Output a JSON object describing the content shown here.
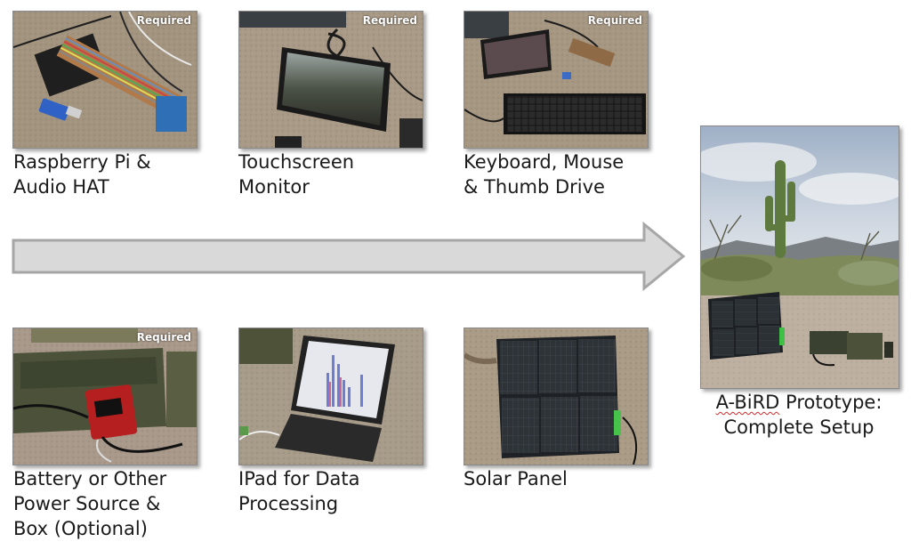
{
  "badge_text": "Required",
  "components": [
    {
      "id": "raspberry-pi",
      "caption_lines": [
        "Raspberry Pi &",
        "Audio HAT"
      ],
      "required": true
    },
    {
      "id": "touchscreen",
      "caption_lines": [
        "Touchscreen",
        "Monitor"
      ],
      "required": true
    },
    {
      "id": "keyboard",
      "caption_lines": [
        "Keyboard, Mouse",
        "& Thumb Drive"
      ],
      "required": true
    },
    {
      "id": "battery",
      "caption_lines": [
        "Battery or Other",
        "Power Source &",
        "Box (Optional)"
      ],
      "required": true
    },
    {
      "id": "ipad",
      "caption_lines": [
        "IPad for Data",
        "Processing"
      ],
      "required": false
    },
    {
      "id": "solar",
      "caption_lines": [
        "Solar Panel"
      ],
      "required": false
    }
  ],
  "result": {
    "caption_line1_word": "A-BiRD",
    "caption_line1_rest": " Prototype:",
    "caption_line2": "Complete Setup"
  },
  "colors": {
    "arrow_fill": "#d9d9d9",
    "arrow_stroke": "#a6a6a6",
    "sand": "#a89a86",
    "sky": "#b9c6d8"
  }
}
